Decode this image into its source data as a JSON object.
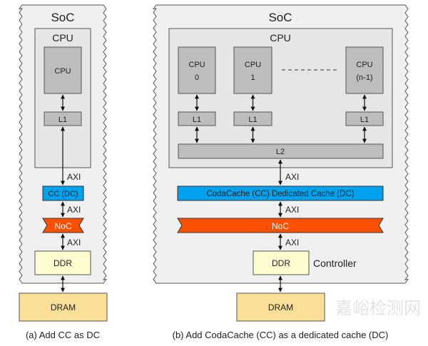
{
  "panel_a": {
    "soc_label": "SoC",
    "cpu_cluster_label": "CPU",
    "cpu_core_label": "CPU",
    "l1_label": "L1",
    "bus_labels": [
      "AXI",
      "AXI",
      "AXI"
    ],
    "cc_label": "CC (DC)",
    "noc_label": "NoC",
    "ddr_label": "DDR",
    "dram_label": "DRAM",
    "caption": "(a) Add CC as DC"
  },
  "panel_b": {
    "soc_label": "SoC",
    "cpu_cluster_label": "CPU",
    "cores": [
      {
        "line1": "CPU",
        "line2": "0"
      },
      {
        "line1": "CPU",
        "line2": "1"
      },
      {
        "line1": "CPU",
        "line2": "(n-1)"
      }
    ],
    "l1_label": "L1",
    "l2_label": "L2",
    "bus_labels": [
      "AXI",
      "AXI",
      "AXI"
    ],
    "cc_label": "CodaCache (CC) Dedicated Cache (DC)",
    "noc_label": "NoC",
    "ddr_label": "DDR",
    "controller_label": "Controller",
    "dram_label": "DRAM",
    "caption": "(b) Add CodaCache (CC) as a dedicated cache (DC)"
  },
  "watermark": "嘉峪检测网",
  "colors": {
    "soc_fill": "#f0f0f0",
    "cpu_cluster_fill": "#e6e6e6",
    "core_fill": "#bdbdbd",
    "cc_fill": "#00a2ee",
    "noc_fill": "#fa5000",
    "ddr_fill": "#fdfdd0",
    "dram_fill": "#fbdf96",
    "stroke": "#555555"
  }
}
